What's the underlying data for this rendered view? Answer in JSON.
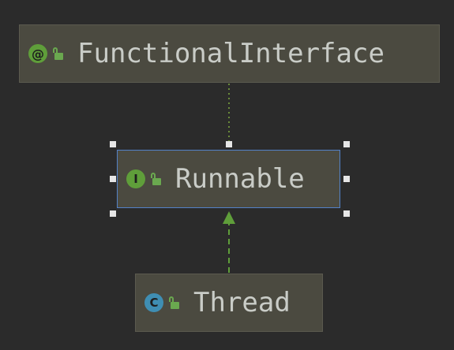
{
  "diagram": {
    "nodes": [
      {
        "id": "fi",
        "label": "FunctionalInterface",
        "kind": "annotation",
        "badge": "@",
        "badge_color": "#5f9e3a",
        "visibility_icon": "unlocked-icon"
      },
      {
        "id": "runnable",
        "label": "Runnable",
        "kind": "interface",
        "badge": "I",
        "badge_color": "#5f9e3a",
        "visibility_icon": "unlocked-icon",
        "selected": true
      },
      {
        "id": "thread",
        "label": "Thread",
        "kind": "class",
        "badge": "C",
        "badge_color": "#3f8eb3",
        "visibility_icon": "unlocked-icon"
      }
    ],
    "edges": [
      {
        "from": "runnable",
        "to": "fi",
        "style": "dotted",
        "color": "#6a8b3a"
      },
      {
        "from": "thread",
        "to": "runnable",
        "style": "dashed-arrow",
        "color": "#5f9e3a"
      }
    ],
    "colors": {
      "background": "#2b2b2b",
      "node_fill": "#4b4a40",
      "selection_border": "#5382c8",
      "text": "#c9ccc7"
    }
  }
}
